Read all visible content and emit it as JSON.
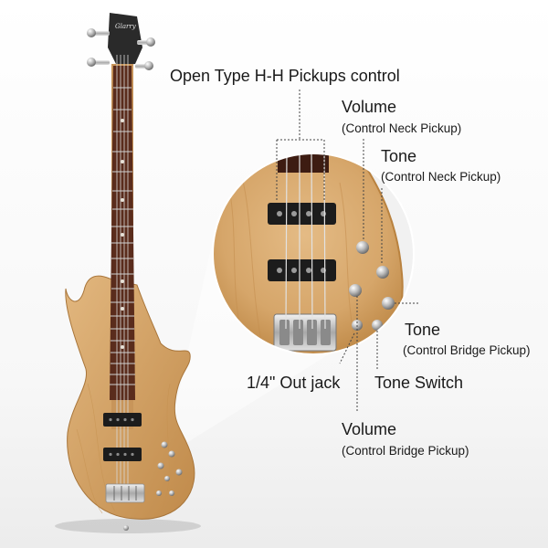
{
  "brand_mark": "Glarry",
  "labels": {
    "pickups_title": "Open Type H-H Pickups control",
    "volume_neck": {
      "title": "Volume",
      "sub": "(Control Neck Pickup)"
    },
    "tone_neck": {
      "title": "Tone",
      "sub": "(Control Neck Pickup)"
    },
    "tone_bridge": {
      "title": "Tone",
      "sub": "(Control Bridge Pickup)"
    },
    "out_jack": "1/4\" Out jack",
    "tone_switch": "Tone Switch",
    "volume_bridge": {
      "title": "Volume",
      "sub": "(Control Bridge Pickup)"
    }
  },
  "colors": {
    "wood": "#d6a66a",
    "wood_dark": "#b9823f",
    "fretboard": "#5a2c1c",
    "pickup": "#1c1c1c",
    "chrome": "#c9c9c9",
    "text": "#1a1a1a"
  }
}
